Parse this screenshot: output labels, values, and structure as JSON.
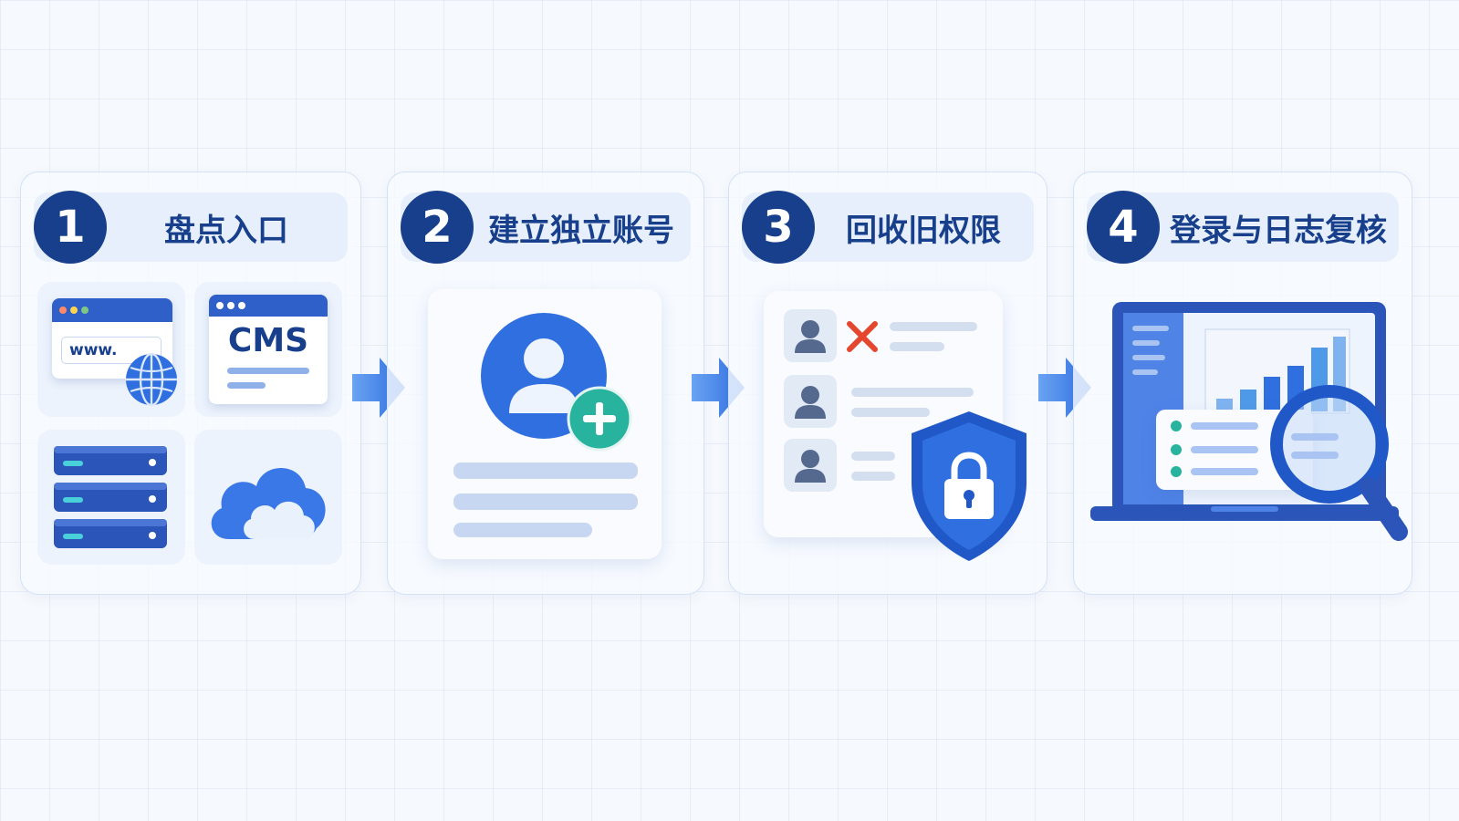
{
  "steps": [
    {
      "number": "1",
      "title": "盘点入口",
      "icons": [
        "browser-www-icon",
        "cms-window-icon",
        "server-rack-icon",
        "cloud-icon"
      ]
    },
    {
      "number": "2",
      "title": "建立独立账号",
      "icons": [
        "user-avatar-icon",
        "add-plus-icon",
        "form-lines-icon"
      ]
    },
    {
      "number": "3",
      "title": "回收旧权限",
      "icons": [
        "user-icon",
        "remove-x-icon",
        "shield-lock-icon"
      ]
    },
    {
      "number": "4",
      "title": "登录与日志复核",
      "icons": [
        "laptop-icon",
        "bar-chart-icon",
        "log-list-icon",
        "magnifier-icon"
      ]
    }
  ],
  "labels": {
    "www": "www.",
    "cms": "CMS"
  },
  "colors": {
    "primary": "#173f8c",
    "accent_blue": "#2f6fe0",
    "teal": "#27b39d",
    "red": "#e5462e",
    "card_border": "#d3e2f6"
  }
}
